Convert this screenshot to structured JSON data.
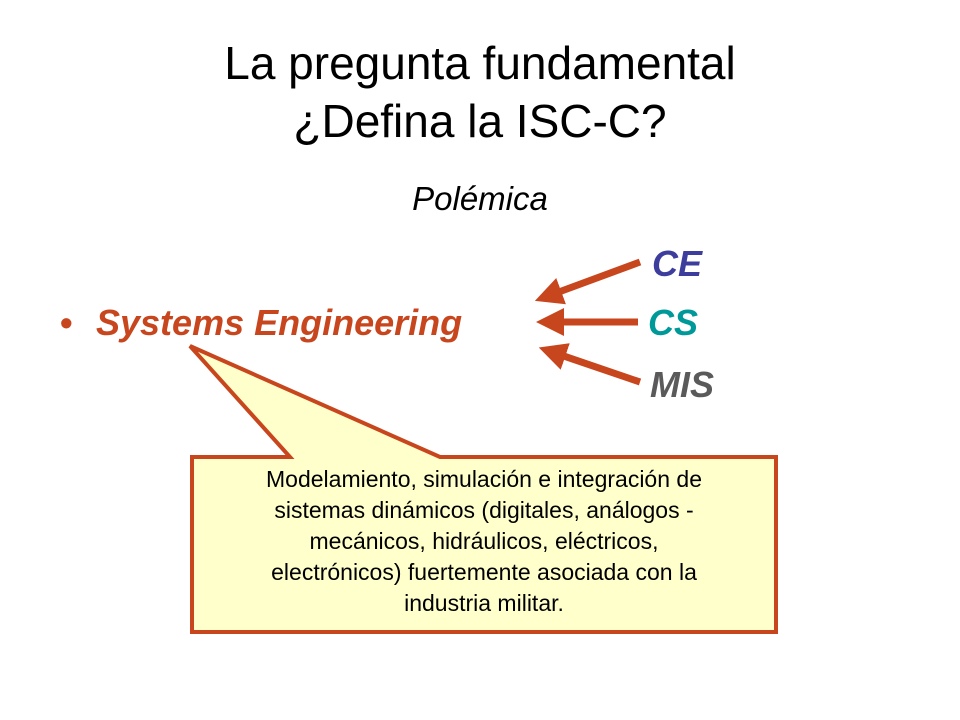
{
  "title_line1": "La pregunta fundamental",
  "title_line2": "¿Defina la ISC-C?",
  "subtitle": "Polémica",
  "bullet_text": "Systems Engineering",
  "tags": {
    "ce": "CE",
    "cs": "CS",
    "mis": "MIS"
  },
  "callout_text": "Modelamiento, simulación e integración de\nsistemas dinámicos (digitales, análogos -\nmecánicos, hidráulicos, eléctricos,\nelectrónicos) fuertemente asociada con la\nindustria militar.",
  "colors": {
    "bullet": "#c8461e",
    "ce": "#3d3d9e",
    "cs": "#009999",
    "mis": "#5a5a5a",
    "arrow": "#c8461e",
    "callout_fill": "#ffffcc",
    "callout_border": "#c8461e"
  }
}
